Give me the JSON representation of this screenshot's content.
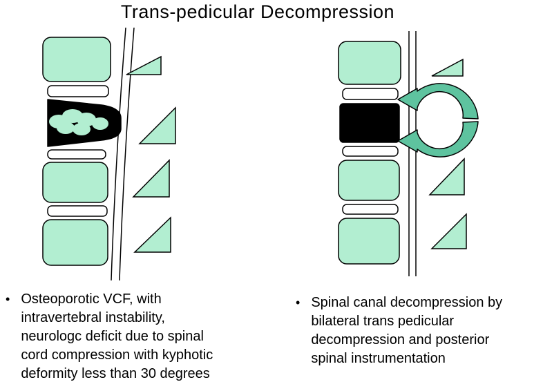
{
  "title": "Trans-pedicular Decompression",
  "colors": {
    "vertebra_fill": "#b2eed1",
    "disc_fill": "#ffffff",
    "fracture_fill": "#000000",
    "arrow_fill": "#5ec39f"
  },
  "left_panel": {
    "diagram_label": "kyphotic-fractured-spine",
    "bullet": "•",
    "lines": [
      "Osteoporotic VCF, with",
      "intravertebral instability,",
      "neurologc deficit due to spinal",
      "cord compression with kyphotic",
      "deformity less than 30 degrees"
    ]
  },
  "right_panel": {
    "diagram_label": "decompressed-stabilized-spine",
    "bullet": "•",
    "lines": [
      "Spinal canal decompression  by",
      "bilateral trans pedicular",
      "decompression and posterior",
      "spinal instrumentation"
    ]
  }
}
